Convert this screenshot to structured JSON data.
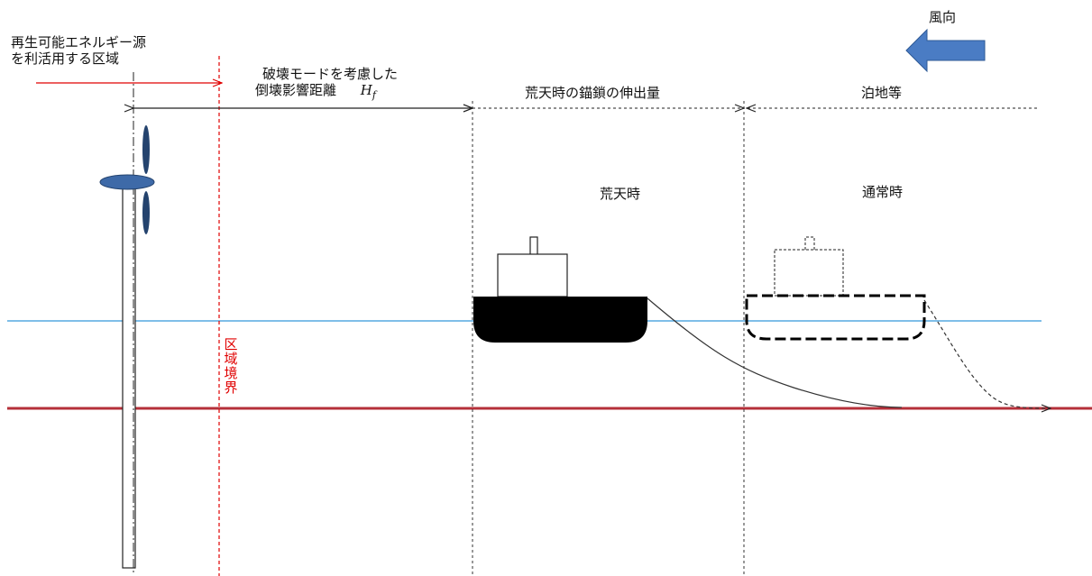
{
  "labels": {
    "renewable_zone": "再生可能エネルギー源",
    "renewable_zone_2": "を利活用する区域",
    "collapse_distance_1": "破壊モードを考慮した",
    "collapse_distance_2": "倒壊影響距離",
    "collapse_symbol_main": "H",
    "collapse_symbol_sub": "f",
    "anchor_chain_extension": "荒天時の錨鎖の伸出量",
    "anchorage": "泊地等",
    "wind_direction": "風向",
    "stormy_weather": "荒天時",
    "normal_weather": "通常時",
    "zone_boundary": "区域境界"
  },
  "colors": {
    "water_line": "#55a8e0",
    "seabed_line": "#b5303a",
    "boundary": "#e00000",
    "wind_arrow": "#4a7cc4",
    "turbine_blade": "#3e6aa8",
    "stormy_ship_hull": "#000000"
  }
}
